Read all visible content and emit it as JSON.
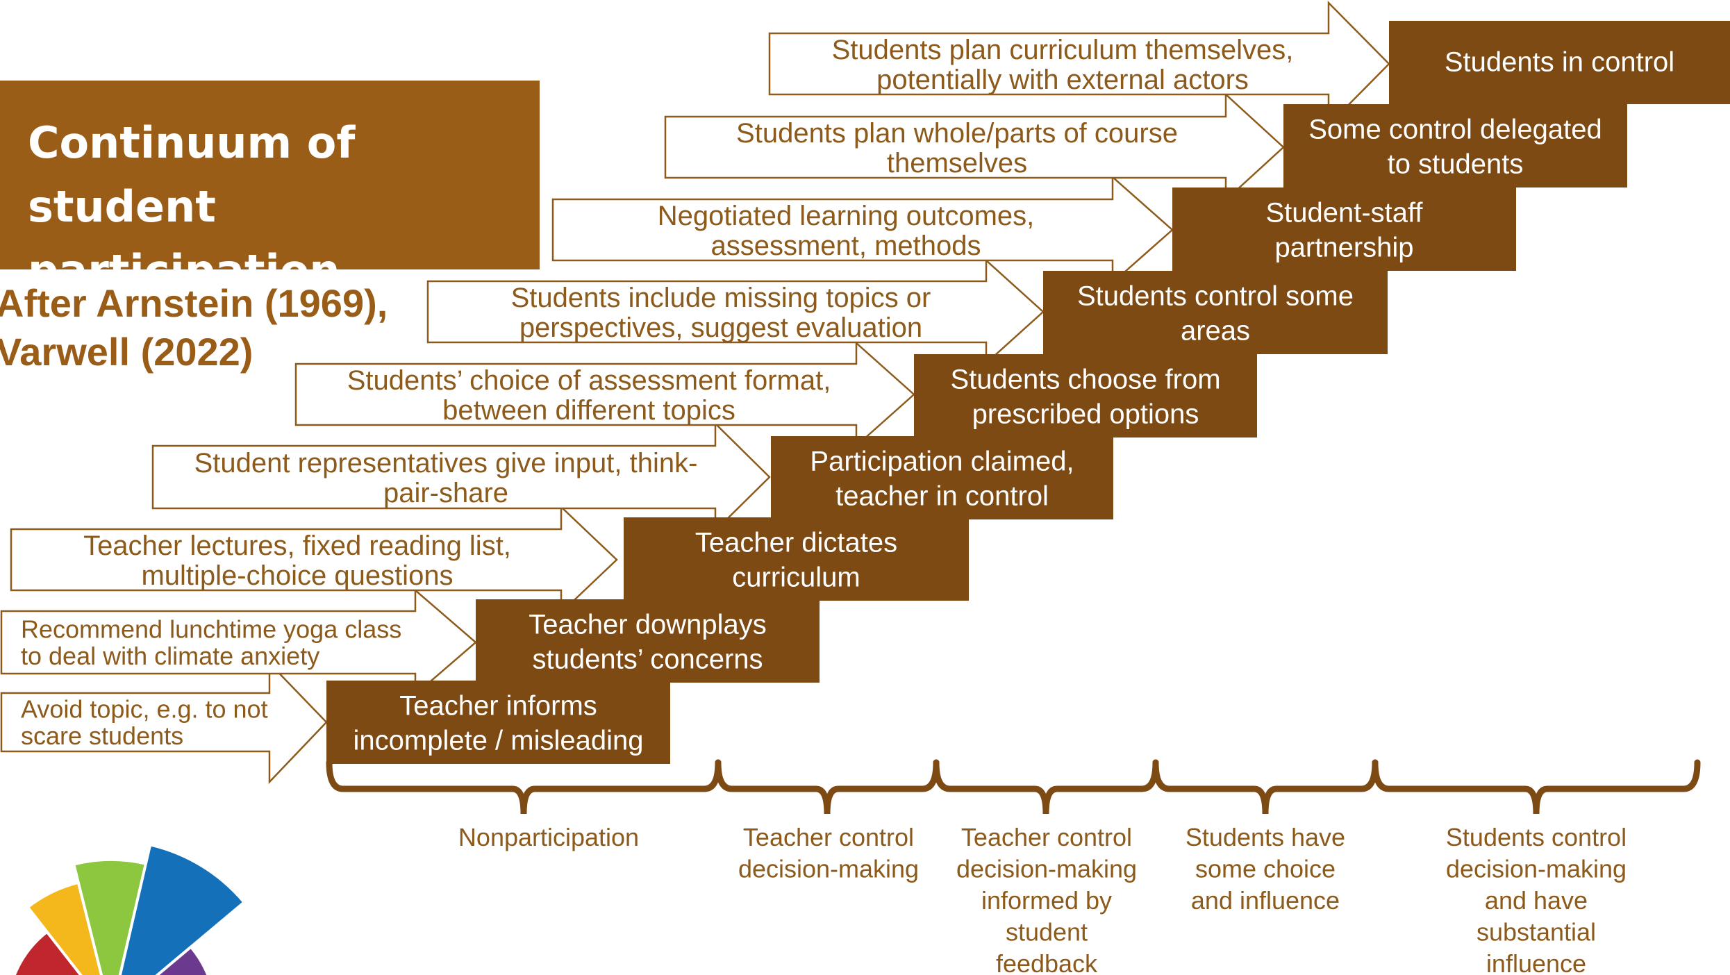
{
  "title_lines": [
    "Continuum of",
    "student participation"
  ],
  "subtitle_lines": [
    "After Arnstein (1969),",
    "Varwell (2022)"
  ],
  "colors": {
    "step_fill": "#7E4A14",
    "title_fill": "#9A5D17",
    "text_brown": "#8C5A1B",
    "arrow_stroke": "#8C5A1B"
  },
  "steps": [
    {
      "lines": [
        "Teacher informs",
        "incomplete / misleading"
      ]
    },
    {
      "lines": [
        "Teacher downplays",
        "students’ concerns"
      ]
    },
    {
      "lines": [
        "Teacher dictates",
        "curriculum"
      ]
    },
    {
      "lines": [
        "Participation claimed,",
        "teacher in control"
      ]
    },
    {
      "lines": [
        "Students choose from",
        "prescribed options"
      ]
    },
    {
      "lines": [
        "Students control some",
        "areas"
      ]
    },
    {
      "lines": [
        "Student-staff",
        "partnership"
      ]
    },
    {
      "lines": [
        "Some control delegated",
        "to students"
      ]
    },
    {
      "lines": [
        "Students in control"
      ]
    }
  ],
  "arrows": [
    {
      "lines": [
        "Avoid topic, e.g. to not",
        "scare students"
      ]
    },
    {
      "lines": [
        "Recommend lunchtime yoga class",
        "to deal with climate anxiety"
      ]
    },
    {
      "lines": [
        "Teacher lectures, fixed reading list,",
        "multiple-choice questions"
      ]
    },
    {
      "lines": [
        "Student representatives give input, think-",
        "pair-share"
      ]
    },
    {
      "lines": [
        "Students’ choice of assessment format,",
        "between different topics"
      ]
    },
    {
      "lines": [
        "Students include missing topics or",
        "perspectives, suggest evaluation"
      ]
    },
    {
      "lines": [
        "Negotiated learning outcomes,",
        "assessment, methods"
      ]
    },
    {
      "lines": [
        "Students plan whole/parts of course",
        "themselves"
      ]
    },
    {
      "lines": [
        "Students plan curriculum themselves,",
        "potentially with external actors"
      ]
    }
  ],
  "categories": [
    {
      "lines": [
        "Nonparticipation"
      ]
    },
    {
      "lines": [
        "Teacher control",
        "decision-making"
      ]
    },
    {
      "lines": [
        "Teacher control",
        "decision-making",
        "informed by",
        "student",
        "feedback"
      ]
    },
    {
      "lines": [
        "Students have",
        "some choice",
        "and influence"
      ]
    },
    {
      "lines": [
        "Students control",
        "decision-making",
        "and have",
        "substantial",
        "influence"
      ]
    }
  ],
  "logo": {
    "icon": "colour-wheel-logo",
    "segments": [
      "#C0262D",
      "#F4B81C",
      "#8DC63F",
      "#1570BA",
      "#6B3A8F"
    ]
  }
}
